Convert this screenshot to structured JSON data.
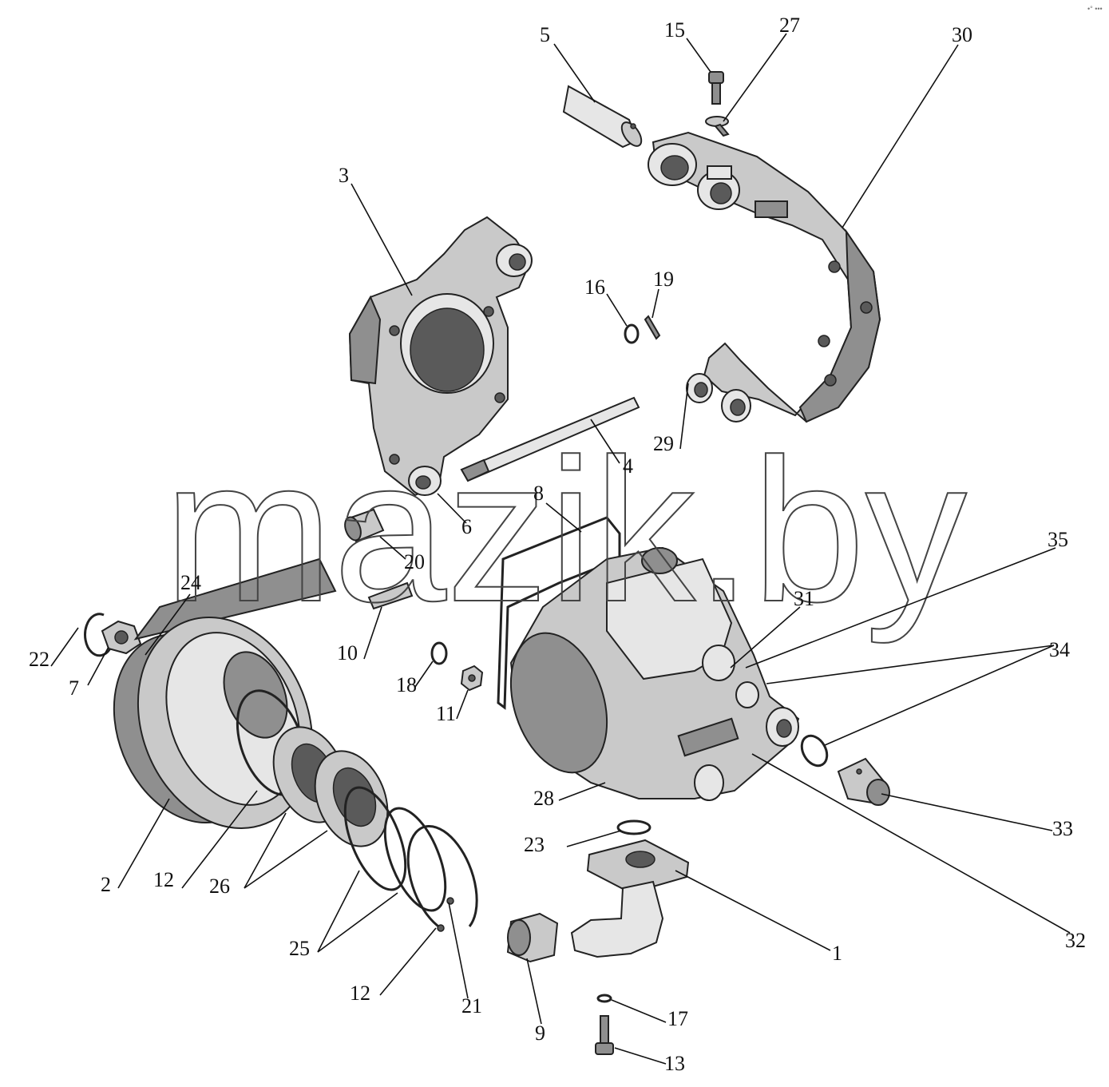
{
  "watermark": "mazik.by",
  "corner_mark": "•° •••",
  "labels": {
    "p1": "1",
    "p2": "2",
    "p3": "3",
    "p4": "4",
    "p5": "5",
    "p6": "6",
    "p7": "7",
    "p8": "8",
    "p9": "9",
    "p10": "10",
    "p11": "11",
    "p12a": "12",
    "p12b": "12",
    "p13": "13",
    "p15": "15",
    "p16": "16",
    "p17": "17",
    "p18": "18",
    "p19": "19",
    "p20": "20",
    "p21": "21",
    "p22": "22",
    "p23": "23",
    "p24": "24",
    "p25": "25",
    "p26": "26",
    "p27": "27",
    "p28": "28",
    "p29": "29",
    "p30": "30",
    "p31": "31",
    "p32": "32",
    "p33": "33",
    "p34": "34",
    "p35": "35"
  }
}
